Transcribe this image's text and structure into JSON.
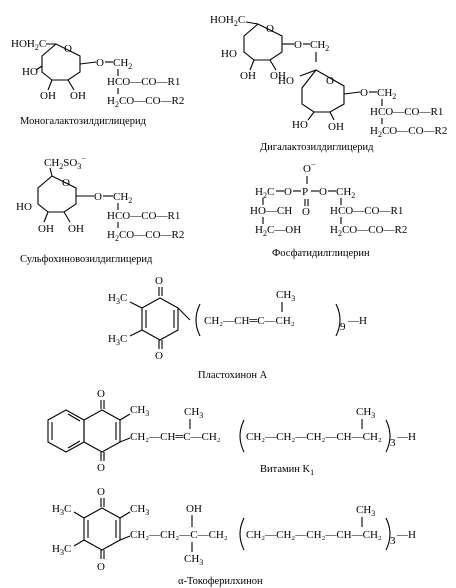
{
  "captions": {
    "mgdg": "Моногалактозилдиглицерид",
    "dgdg": "Дигалактозилдиглицерид",
    "sqdg": "Сульфохиновозилдиглицерид",
    "pg": "Фосфатидилглицерин",
    "pq": "Пластохинон А",
    "vitk_main": "Витамин K",
    "vitk_sub": "1",
    "toco": "α-Токоферилхинон"
  },
  "labels": {
    "hoch2": "HOH",
    "hoch2_sub": "2",
    "hoch2_c": "C",
    "oh": "OH",
    "ho": "HO",
    "o": "O",
    "ch2": "CH",
    "ch2_sub": "2",
    "hco_co_r1": "HCO—CO—R1",
    "h2co_co_r2": "H",
    "h2co_co_r2_sub": "2",
    "h2co_co_r2_rest": "CO—CO—R2",
    "so3": "CH",
    "so3_sub": "2",
    "so3_rest": "SO",
    "so3_sub2": "3",
    "so3_sup": "−",
    "p": "P",
    "o_minus": "O",
    "o_minus_sup": "−",
    "h2c": "H",
    "h2c_sub": "2",
    "h2c_c": "C",
    "ho_ch": "HO—CH",
    "h2c_oh": "H",
    "h2c_oh_rest": "C—OH",
    "ch3": "CH",
    "ch3_sub": "3",
    "h3c": "H",
    "h3c_sub": "3",
    "h3c_c": "C",
    "h": "H",
    "n9": "9",
    "n3": "3",
    "pq_chain": "CH₂—CH═C—CH₂",
    "vk_chain1": "CH₂—CH═C—CH₂",
    "vk_chain2": "CH₂—CH₂—CH₂—CH—CH₂",
    "toco_chain1": "CH₂—CH₂—C—CH₂",
    "toco_chain2": "CH₂—CH₂—CH₂—CH—CH₂"
  }
}
